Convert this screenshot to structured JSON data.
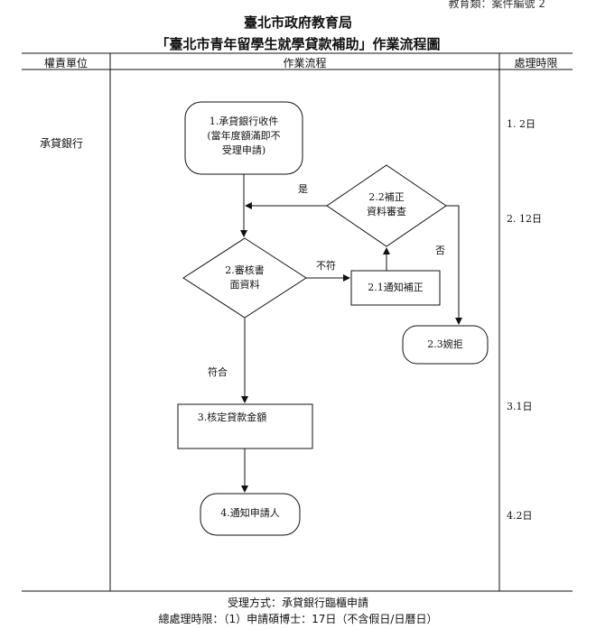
{
  "header": {
    "doc_code": "教育類：案件編號 2",
    "title_line1": "臺北市政府教育局",
    "title_line2": "「臺北市青年留學生就學貸款補助」作業流程圖"
  },
  "table": {
    "col_unit": "權責單位",
    "col_flow": "作業流程",
    "col_time": "處理時限",
    "unit": "承貸銀行"
  },
  "times": [
    "1. 2日",
    "2. 12日",
    "3.1日",
    "4.2日"
  ],
  "flow": {
    "n1": {
      "l1": "1.承貸銀行收件",
      "l2": "(當年度額滿即不",
      "l3": "受理申請)"
    },
    "n2": {
      "l1": "2.審核書",
      "l2": "面資料"
    },
    "n21": "2.1通知補正",
    "n22": {
      "l1": "2.2補正",
      "l2": "資料審查"
    },
    "n23": "2.3婉拒",
    "n3": "3.核定貸款金額",
    "n4": "4.通知申請人",
    "edge_yes": "是",
    "edge_no": "否",
    "edge_mismatch": "不符",
    "edge_match": "符合"
  },
  "footer": {
    "line1": "受理方式：承貸銀行臨櫃申請",
    "line2": "總處理時限：（1）申請碩博士：17日（不含假日/日曆日）"
  }
}
